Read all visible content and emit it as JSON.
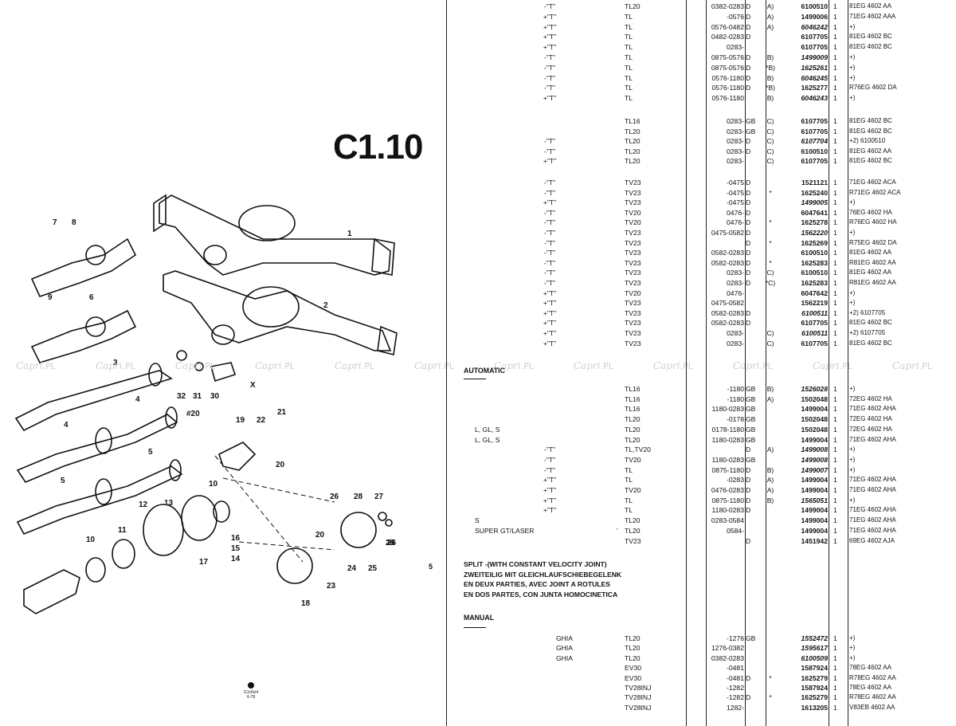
{
  "section_code": "C1.10",
  "page_number": "5",
  "watermark": {
    "brand": "Capri",
    "suffix": ".PL"
  },
  "stamp": [
    "G1U6z4",
    "6-78"
  ],
  "callouts": [
    "1",
    "2",
    "3",
    "4",
    "4",
    "5",
    "5",
    "7",
    "8",
    "9",
    "6",
    "10",
    "10",
    "11",
    "12",
    "13",
    "14",
    "15",
    "16",
    "17",
    "18",
    "19",
    "20",
    "20",
    "21",
    "22",
    "23",
    "24",
    "25",
    "26",
    "26",
    "27",
    "28",
    "28",
    "30",
    "31",
    "32",
    "#20",
    "X"
  ],
  "groups_top": [
    [
      "-\"T\"",
      "TL20",
      "0382-0283",
      "D",
      "A)",
      "6100510",
      "1",
      "81EG 4602 AA"
    ],
    [
      "+\"T\"",
      "TL",
      "-0576",
      "D",
      "A)",
      "1499006",
      "1",
      "71EG 4602 AAA"
    ],
    [
      "+\"T\"",
      "TL",
      "0576-0482",
      "D",
      "A)",
      "6046242",
      "1",
      "+)"
    ],
    [
      "+\"T\"",
      "TL",
      "0482-0283",
      "D",
      "",
      "6107705",
      "1",
      "81EG 4602 BC"
    ],
    [
      "+\"T\"",
      "TL",
      "0283-",
      "",
      "",
      "6107705",
      "1",
      "81EG 4602 BC"
    ],
    [
      "-\"T\"",
      "TL",
      "0875-0576",
      "D",
      "B)",
      "1499009",
      "1",
      "+)"
    ],
    [
      "-\"T\"",
      "TL",
      "0875-0576",
      "D",
      "*B)",
      "1625261",
      "1",
      "+)"
    ],
    [
      "-\"T\"",
      "TL",
      "0576-1180",
      "D",
      "B)",
      "6046245",
      "1",
      "+)"
    ],
    [
      "-\"T\"",
      "TL",
      "0576-1180",
      "D",
      "*B)",
      "1625277",
      "1",
      "R76EG 4602 DA"
    ],
    [
      "+\"T\"",
      "TL",
      "0576-1180",
      "",
      "B)",
      "6046243",
      "1",
      "+)"
    ]
  ],
  "groups_mid": [
    [
      "",
      "TL16",
      "0283-",
      "GB",
      "C)",
      "6107705",
      "1",
      "81EG 4602 BC"
    ],
    [
      "",
      "TL20",
      "0283-",
      "GB",
      "C)",
      "6107705",
      "1",
      "81EG 4602 BC"
    ],
    [
      "-\"T\"",
      "TL20",
      "0283-",
      "D",
      "C)",
      "6107704",
      "1",
      "+2) 6100510"
    ],
    [
      "-\"T\"",
      "TL20",
      "0283-",
      "D",
      "C)",
      "6100510",
      "1",
      "81EG 4602 AA"
    ],
    [
      "+\"T\"",
      "TL20",
      "0283-",
      "",
      "C)",
      "6107705",
      "1",
      "81EG 4602 BC"
    ]
  ],
  "groups_tv": [
    [
      "-\"T\"",
      "TV23",
      "-0475",
      "D",
      "",
      "1521121",
      "1",
      "71EG 4602 ACA"
    ],
    [
      "-\"T\"",
      "TV23",
      "-0475",
      "D",
      "*",
      "1625240",
      "1",
      "R71EG 4602 ACA"
    ],
    [
      "+\"T\"",
      "TV23",
      "-0475",
      "D",
      "",
      "1499005",
      "1",
      "+)"
    ],
    [
      "-\"T\"",
      "TV20",
      "0476-",
      "D",
      "",
      "6047641",
      "1",
      "76EG 4602 HA"
    ],
    [
      "-\"T\"",
      "TV20",
      "0476-",
      "D",
      "*",
      "1625278",
      "1",
      "R76EG 4602 HA"
    ],
    [
      "-\"T\"",
      "TV23",
      "0475-0582",
      "D",
      "",
      "1562220",
      "1",
      "+)"
    ],
    [
      "-\"T\"",
      "TV23",
      "",
      "D",
      "*",
      "1625269",
      "1",
      "R75EG 4602 DA"
    ],
    [
      "-\"T\"",
      "TV23",
      "0582-0283",
      "D",
      "",
      "6100510",
      "1",
      "81EG 4602 AA"
    ],
    [
      "-\"T\"",
      "TV23",
      "0582-0283",
      "D",
      "*",
      "1625283",
      "1",
      "R81EG 4602 AA"
    ],
    [
      "-\"T\"",
      "TV23",
      "0283-",
      "D",
      "C)",
      "6100510",
      "1",
      "81EG 4602 AA"
    ],
    [
      "-\"T\"",
      "TV23",
      "0283-",
      "D",
      "*C)",
      "1625283",
      "1",
      "R81EG 4602 AA"
    ],
    [
      "+\"T\"",
      "TV20",
      "0476-",
      "",
      "",
      "6047642",
      "1",
      "+)"
    ],
    [
      "+\"T\"",
      "TV23",
      "0475-0582",
      "",
      "",
      "1562219",
      "1",
      "+)"
    ],
    [
      "+\"T\"",
      "TV23",
      "0582-0283",
      "D",
      "",
      "6100511",
      "1",
      "+2) 6107705"
    ],
    [
      "+\"T\"",
      "TV23",
      "0582-0283",
      "D",
      "",
      "6107705",
      "1",
      "81EG 4602 BC"
    ],
    [
      "+\"T\"",
      "TV23",
      "0283-",
      "",
      "C)",
      "6100511",
      "1",
      "+2) 6107705"
    ],
    [
      "+\"T\"",
      "TV23",
      "0283-",
      "",
      "C)",
      "6107705",
      "1",
      "81EG 4602 BC"
    ]
  ],
  "automatic": {
    "heading": "AUTOMATIC",
    "rows": [
      [
        "",
        "",
        "TL16",
        "-1180",
        "GB",
        "B)",
        "1526028",
        "1",
        "+)"
      ],
      [
        "",
        "",
        "TL16",
        "-1180",
        "GB",
        "A)",
        "1502048",
        "1",
        "72EG 4602 HA"
      ],
      [
        "",
        "",
        "TL16",
        "1180-0283",
        "GB",
        "",
        "1499004",
        "1",
        "71EG 4602 AHA"
      ],
      [
        "",
        "",
        "TL20",
        "-0178",
        "GB",
        "",
        "1502048",
        "1",
        "72EG 4602 HA"
      ],
      [
        "L, GL, S",
        "",
        "TL20",
        "0178-1180",
        "GB",
        "",
        "1502048",
        "1",
        "72EG 4602 HA"
      ],
      [
        "L, GL, S",
        "",
        "TL20",
        "1180-0283",
        "GB",
        "",
        "1499004",
        "1",
        "71EG 4602 AHA"
      ],
      [
        "",
        "-\"T\"",
        "TL,TV20",
        "",
        "D",
        "A)",
        "1499008",
        "1",
        "+)"
      ],
      [
        "",
        "-\"T\"",
        "TV20",
        "1180-0283",
        "GB",
        "",
        "1499008",
        "1",
        "+)"
      ],
      [
        "",
        "-\"T\"",
        "TL",
        "0875-1180",
        "D",
        "B)",
        "1499007",
        "1",
        "+)"
      ],
      [
        "",
        "+\"T\"",
        "TL",
        "-0283",
        "D",
        "A)",
        "1499004",
        "1",
        "71EG 4602 AHA"
      ],
      [
        "",
        "+\"T\"",
        "TV20",
        "0476-0283",
        "D",
        "A)",
        "1499004",
        "1",
        "71EG 4602 AHA"
      ],
      [
        "",
        "+\"T\"",
        "TL",
        "0875-1180",
        "D",
        "B)",
        "1565051",
        "1",
        "+)"
      ],
      [
        "",
        "+\"T\"",
        "TL",
        "1180-0283",
        "D",
        "",
        "1499004",
        "1",
        "71EG 4602 AHA"
      ],
      [
        "S",
        "",
        "TL20",
        "0283-0584",
        "",
        "",
        "1499004",
        "1",
        "71EG 4602 AHA"
      ],
      [
        "SUPER GT/LASER",
        "",
        "TL20",
        "0584-",
        "",
        "",
        "1499004",
        "1",
        "71EG 4602 AHA"
      ],
      [
        "",
        "",
        "TV23",
        "",
        "D",
        "",
        "1451942",
        "1",
        "69EG 4602 AJA"
      ]
    ]
  },
  "split_text": [
    "SPLIT -(WITH CONSTANT VELOCITY JOINT)",
    "ZWEITEILIG MIT GLEICHLAUFSCHIEBEGELENK",
    "EN DEUX PARTIES, AVEC JOINT A ROTULES",
    "EN DOS PARTES, CON JUNTA HOMOCINETICA"
  ],
  "manual": {
    "heading": "MANUAL",
    "rows": [
      [
        "GHIA",
        "TL20",
        "-1276",
        "GB",
        "",
        "1552472",
        "1",
        "+)"
      ],
      [
        "GHIA",
        "TL20",
        "1276-0382",
        "",
        "",
        "1595617",
        "1",
        "+)"
      ],
      [
        "GHIA",
        "TL20",
        "0382-0283",
        "",
        "",
        "6100509",
        "1",
        "+)"
      ],
      [
        "",
        "EV30",
        "-0481",
        "",
        "",
        "1587924",
        "1",
        "78EG 4602 AA"
      ],
      [
        "",
        "EV30",
        "-0481",
        "D",
        "*",
        "1625279",
        "1",
        "R78EG 4602 AA"
      ],
      [
        "",
        "TV28INJ",
        "-1282",
        "",
        "",
        "1587924",
        "1",
        "78EG 4602 AA"
      ],
      [
        "",
        "TV28INJ",
        "-1282",
        "D",
        "*",
        "1625279",
        "1",
        "R78EG 4602 AA"
      ],
      [
        "",
        "TV28INJ",
        "1282-",
        "",
        "",
        "1613205",
        "1",
        "V83EB 4602 AA"
      ]
    ]
  }
}
